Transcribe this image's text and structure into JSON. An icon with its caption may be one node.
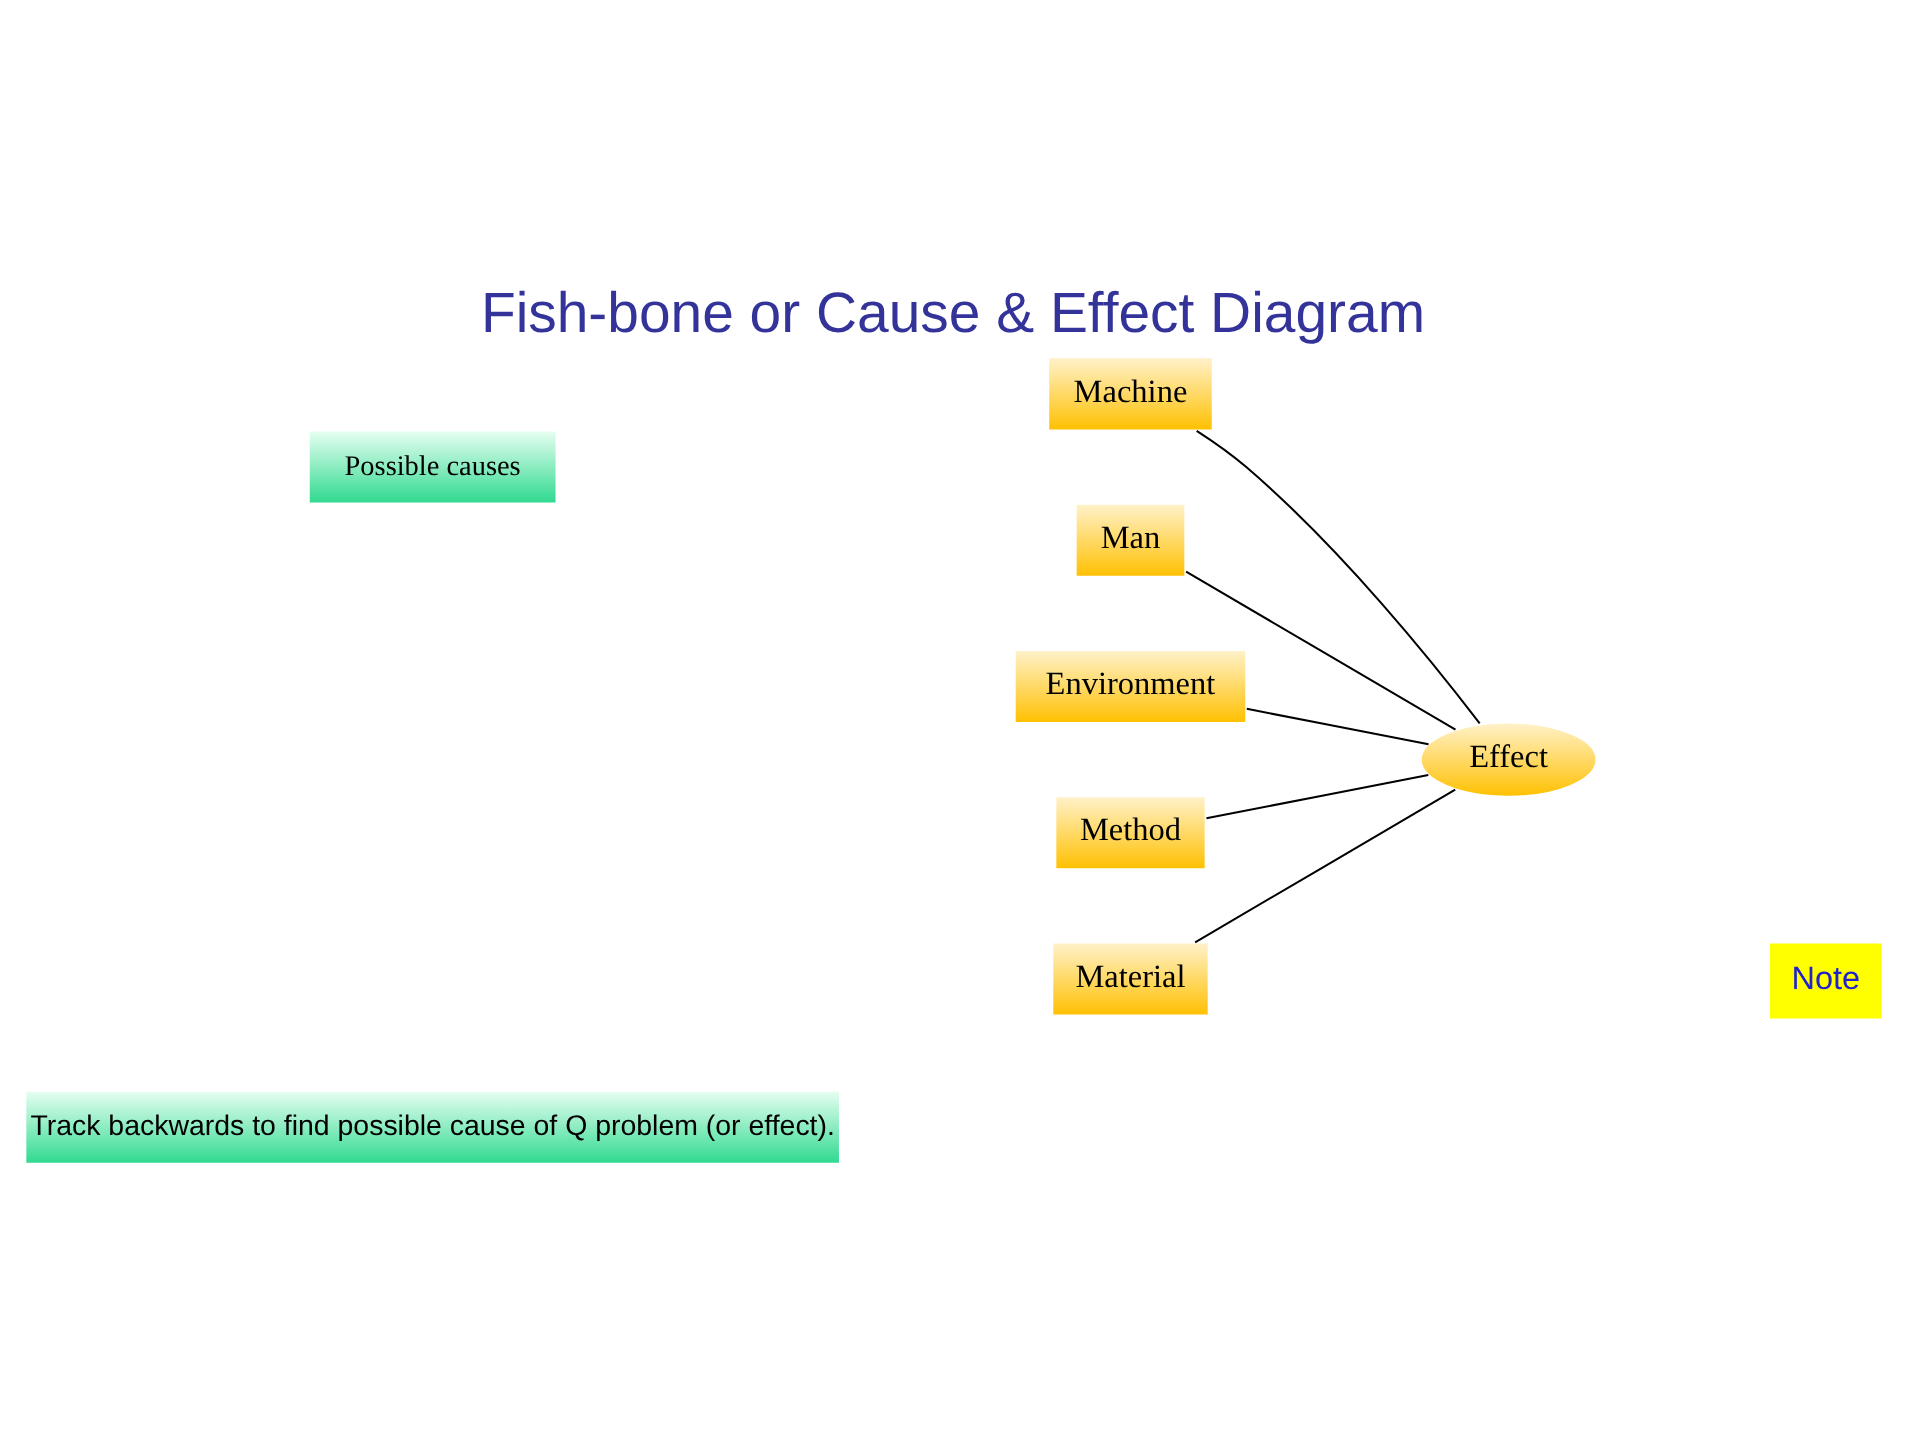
{
  "diagram": {
    "title": "Fish-bone or Cause & Effect Diagram",
    "nodes": [
      {
        "text": [
          "Possible causes"
        ]
      },
      {
        "text": [
          "Machine"
        ]
      },
      {
        "text": [
          "Man"
        ]
      },
      {
        "text": [
          "Environment"
        ]
      },
      {
        "text": [
          "Effect"
        ]
      },
      {
        "text": [
          "Method"
        ]
      },
      {
        "text": [
          "Material"
        ]
      },
      {
        "text": [
          "Note"
        ]
      },
      {
        "text": [
          "Track backwards to find possible cause of Q problem (or effect)."
        ]
      }
    ],
    "edges": [
      {
        "from": 1,
        "to": 4,
        "arrow": "none"
      },
      {
        "from": 3,
        "to": 4,
        "arrow": "none"
      },
      {
        "from": 5,
        "to": 4,
        "arrow": "none"
      },
      {
        "from": 2,
        "to": 4,
        "arrow": "none"
      },
      {
        "from": 6,
        "to": 4,
        "arrow": "none"
      }
    ]
  }
}
